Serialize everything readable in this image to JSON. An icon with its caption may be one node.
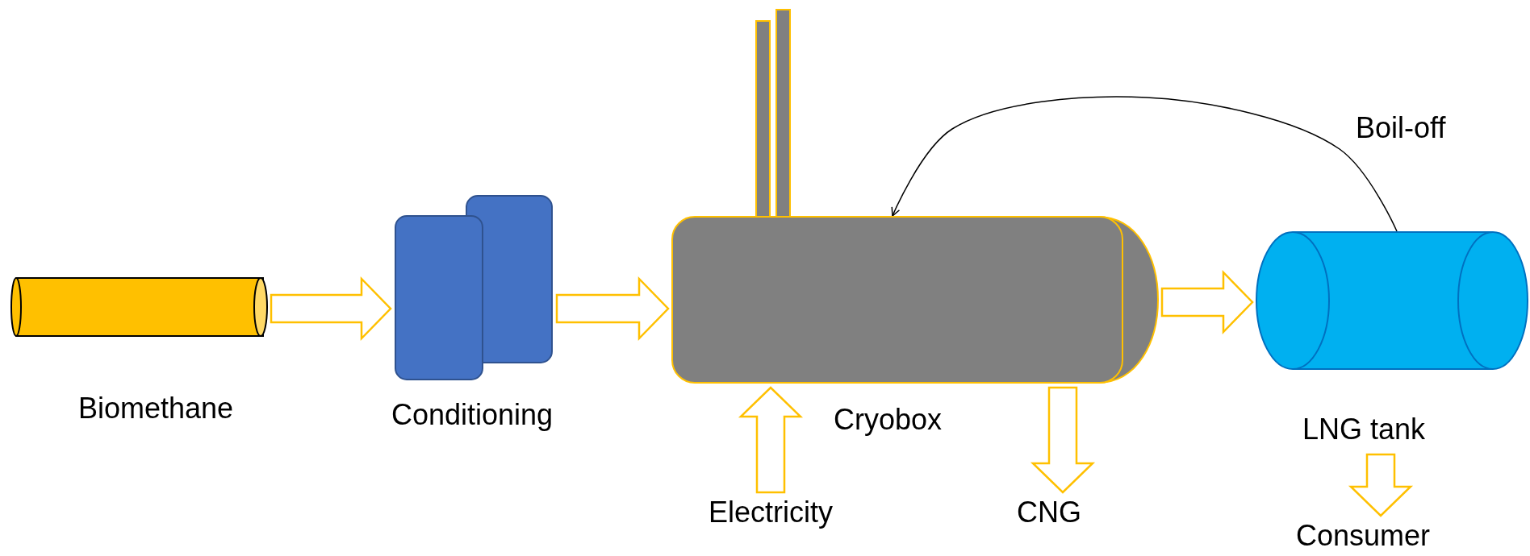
{
  "diagram": {
    "nodes": [
      {
        "text": [
          "Biomethane"
        ]
      },
      {
        "text": [
          "Conditioning"
        ]
      },
      {
        "text": [
          "Cryobox"
        ]
      },
      {
        "text": [
          "LNG tank"
        ]
      },
      {
        "text": [
          "Electricity"
        ]
      },
      {
        "text": [
          "CNG"
        ]
      },
      {
        "text": [
          "Consumer"
        ]
      }
    ],
    "edges": [
      {
        "from": 0,
        "to": 1,
        "arrow": "to",
        "style": "thick"
      },
      {
        "from": 1,
        "to": 2,
        "arrow": "to",
        "style": "thick"
      },
      {
        "from": 2,
        "to": 3,
        "arrow": "to",
        "style": "thick"
      },
      {
        "from": 3,
        "to": 2,
        "arrow": "to",
        "label": "Boil-off"
      },
      {
        "from": 4,
        "to": 2,
        "arrow": "to",
        "style": "thick"
      },
      {
        "from": 2,
        "to": 5,
        "arrow": "to",
        "style": "thick"
      },
      {
        "from": 3,
        "to": 6,
        "arrow": "to",
        "style": "thick"
      }
    ]
  }
}
